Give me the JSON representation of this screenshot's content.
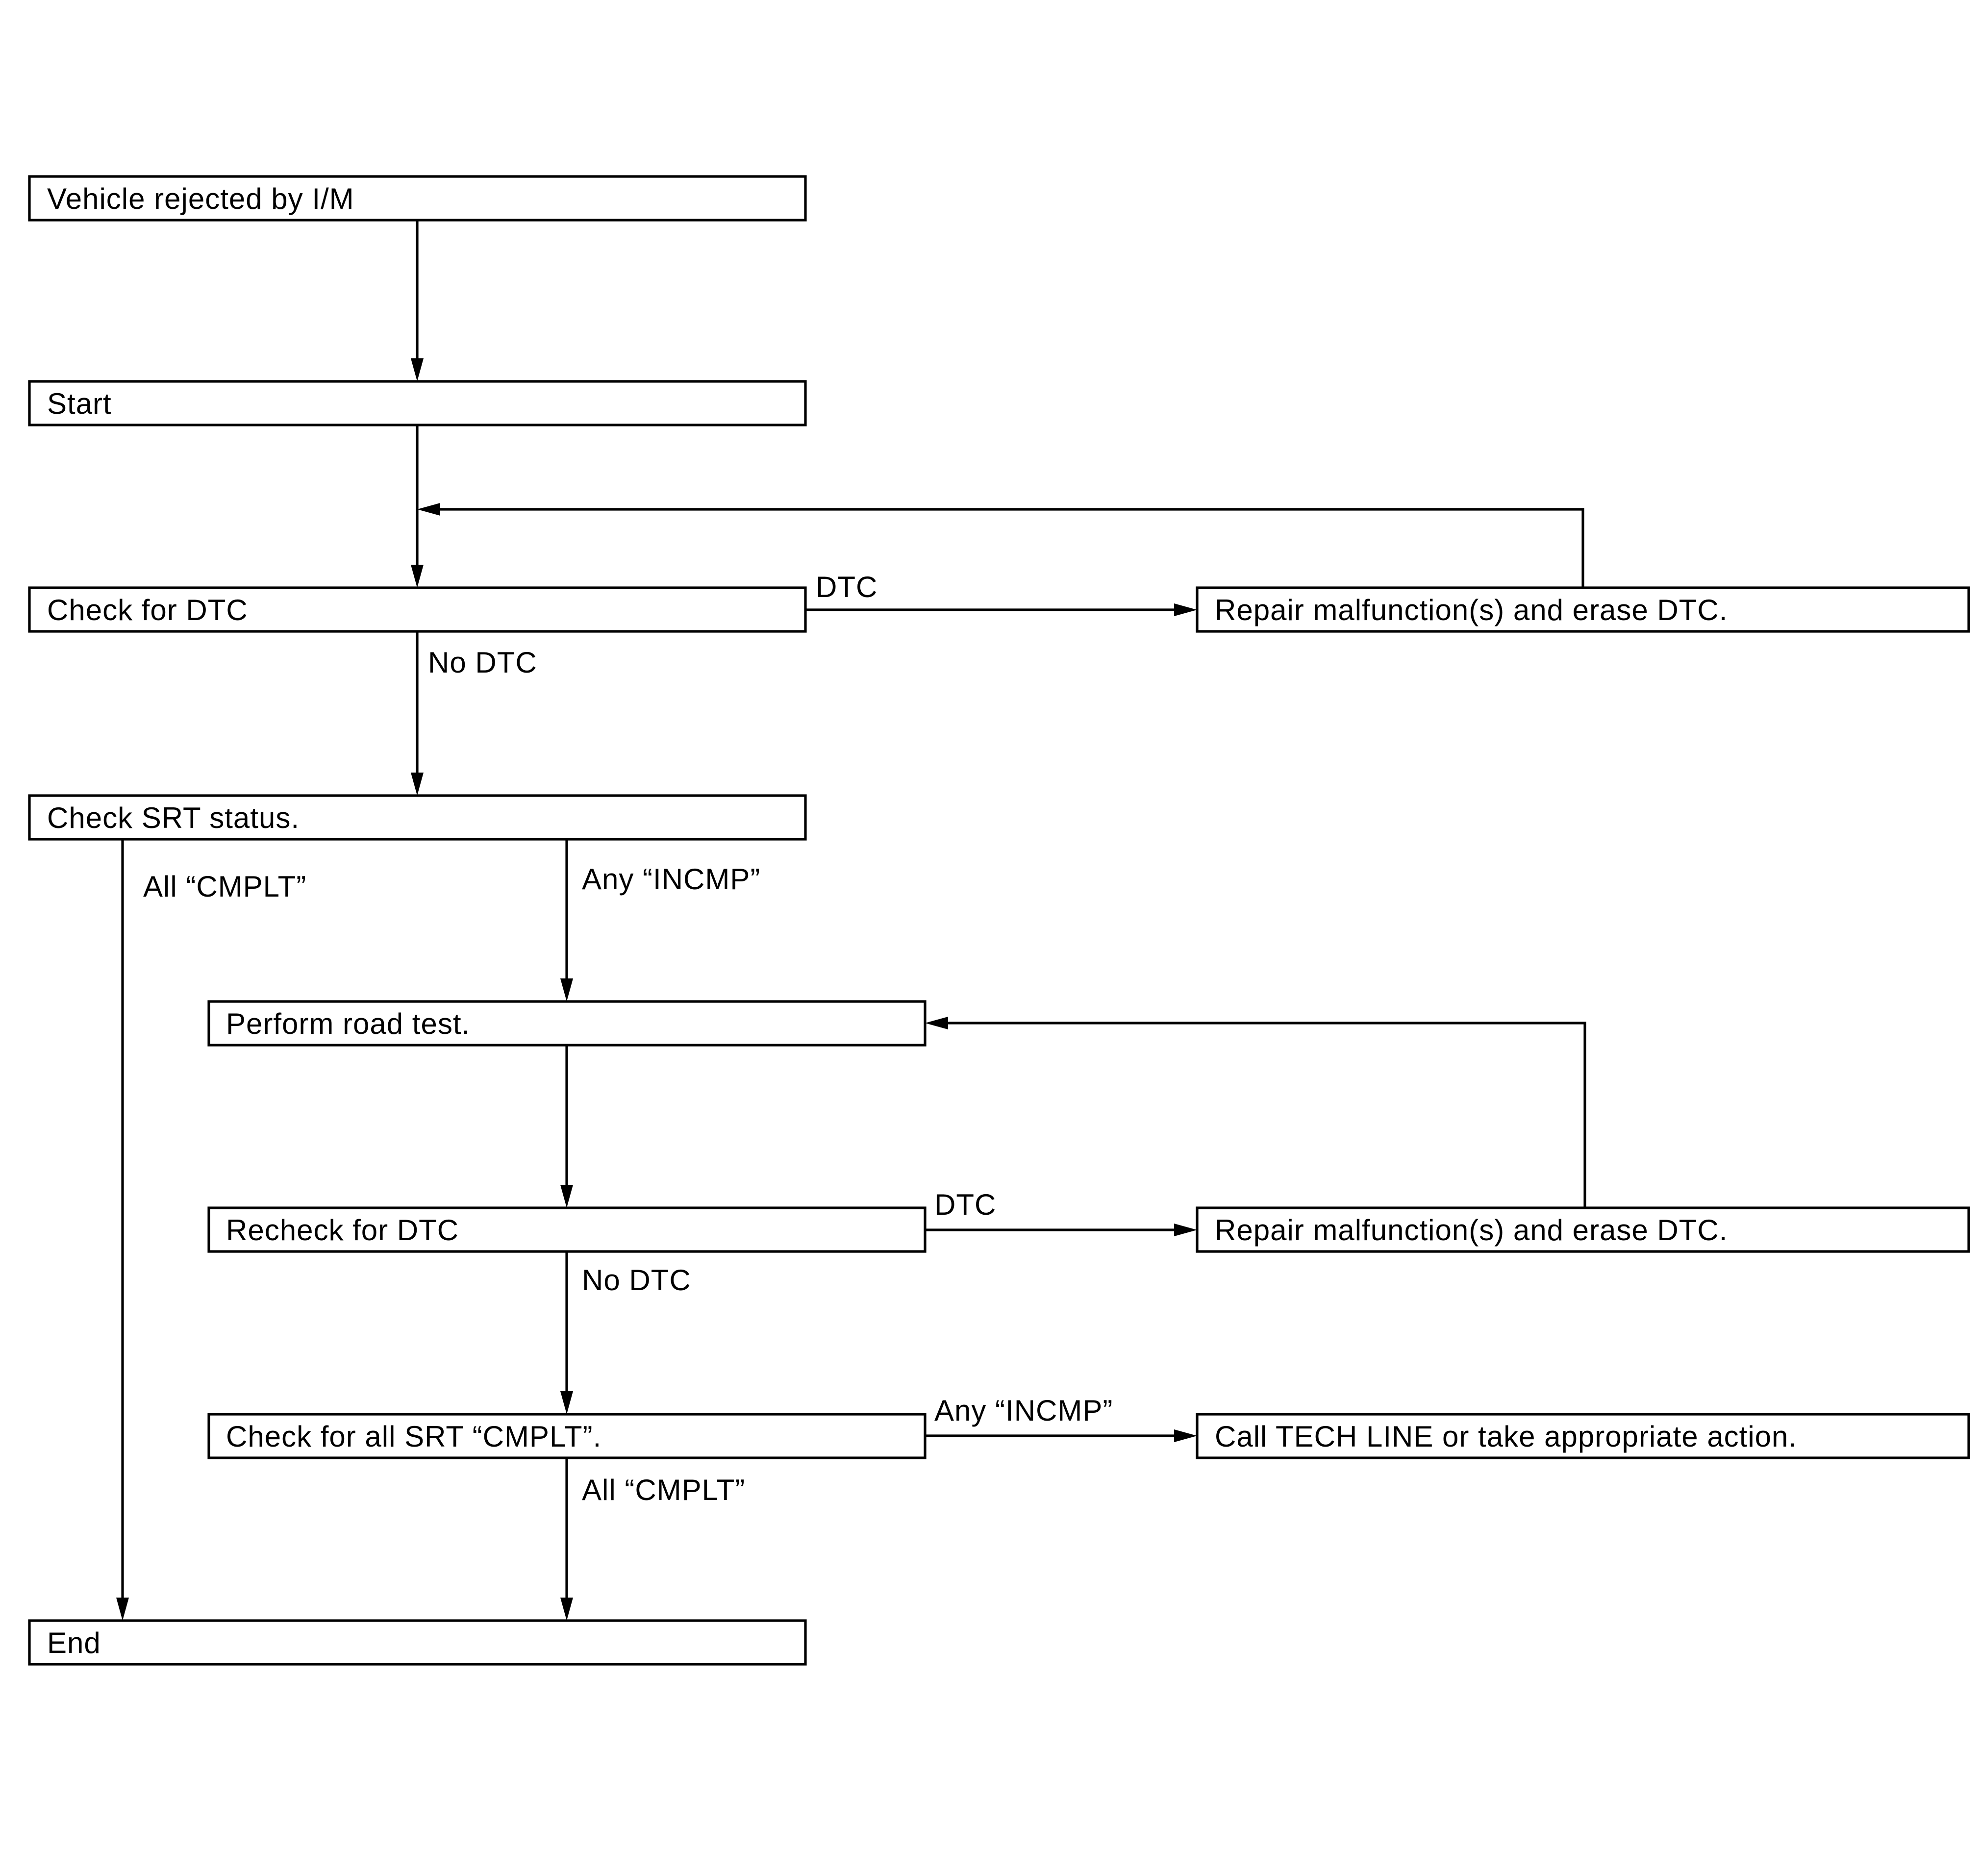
{
  "colors": {
    "background": "#ffffff",
    "stroke": "#000000",
    "text": "#000000"
  },
  "nodes": {
    "rejected": "Vehicle rejected by I/M",
    "start": "Start",
    "check_dtc": "Check for DTC",
    "repair_1": "Repair malfunction(s) and erase DTC.",
    "check_srt": "Check SRT status.",
    "road_test": "Perform road test.",
    "recheck_dtc": "Recheck for DTC",
    "repair_2": "Repair malfunction(s) and erase DTC.",
    "check_all_srt": "Check for all SRT “CMPLT”.",
    "call_tech": "Call TECH LINE or take appropriate action.",
    "end": "End"
  },
  "edge_labels": {
    "dtc_1": "DTC",
    "no_dtc_1": "No DTC",
    "all_cmplt_1": "All “CMPLT”",
    "any_incmp_1": "Any “INCMP”",
    "dtc_2": "DTC",
    "no_dtc_2": "No DTC",
    "any_incmp_2": "Any “INCMP”",
    "all_cmplt_2": "All “CMPLT”"
  }
}
